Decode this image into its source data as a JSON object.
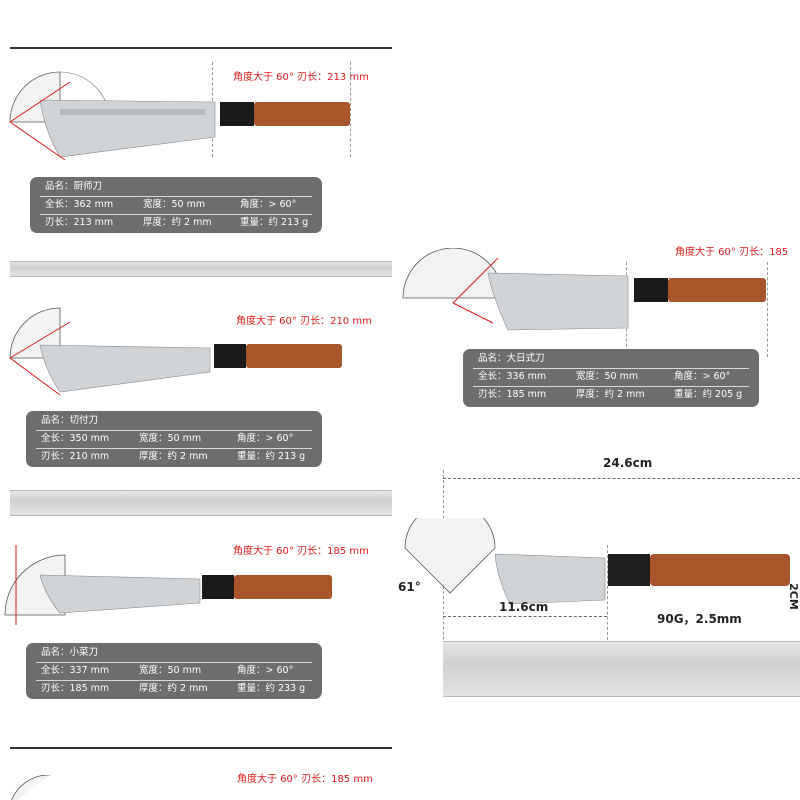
{
  "panels": [
    {
      "red_label": "角度大于 60°    刃长：213  mm",
      "rows": [
        [
          {
            "label": "品名：厨师刀"
          }
        ],
        [
          {
            "label": "全长：362 mm"
          },
          {
            "label": "宽度：50 mm"
          },
          {
            "label": "角度：> 60°"
          }
        ],
        [
          {
            "label": "刃长：213 mm"
          },
          {
            "label": "厚度：约 2 mm"
          },
          {
            "label": "重量：约 213 g"
          }
        ]
      ]
    },
    {
      "red_label": "角度大于 60°    刃长：210  mm",
      "rows": [
        [
          {
            "label": "品名：切付刀"
          }
        ],
        [
          {
            "label": "全长：350 mm"
          },
          {
            "label": "宽度：50 mm"
          },
          {
            "label": "角度：> 60°"
          }
        ],
        [
          {
            "label": "刃长：210 mm"
          },
          {
            "label": "厚度：约 2 mm"
          },
          {
            "label": "重量：约 213 g"
          }
        ]
      ]
    },
    {
      "red_label": "角度大于 60°    刃长：185  mm",
      "rows": [
        [
          {
            "label": "品名：小菜刀"
          }
        ],
        [
          {
            "label": "全长：337 mm"
          },
          {
            "label": "宽度：50 mm"
          },
          {
            "label": "角度：> 60°"
          }
        ],
        [
          {
            "label": "刃长：185 mm"
          },
          {
            "label": "厚度：约 2 mm"
          },
          {
            "label": "重量：约 233 g"
          }
        ]
      ]
    },
    {
      "red_label": "角度大于 60°    刃长：185",
      "rows": [
        [
          {
            "label": "品名：大日式刀"
          }
        ],
        [
          {
            "label": "全长：336 mm"
          },
          {
            "label": "宽度：50 mm"
          },
          {
            "label": "角度：> 60°"
          }
        ],
        [
          {
            "label": "刃长：185 mm"
          },
          {
            "label": "厚度：约 2 mm"
          },
          {
            "label": "重量：约 205 g"
          }
        ]
      ]
    },
    {
      "red_label": "角度大于 60°    刃长：185  mm"
    }
  ],
  "dimension_panel": {
    "total_length": "24.6cm",
    "blade_length": "11.6cm",
    "angle": "61°",
    "weight_thickness": "90G，2.5mm",
    "width": "2CM"
  },
  "colors": {
    "accent_red": "#e01b1b",
    "panel_gray": "#6d6d6d",
    "wood": "#a8552a"
  }
}
